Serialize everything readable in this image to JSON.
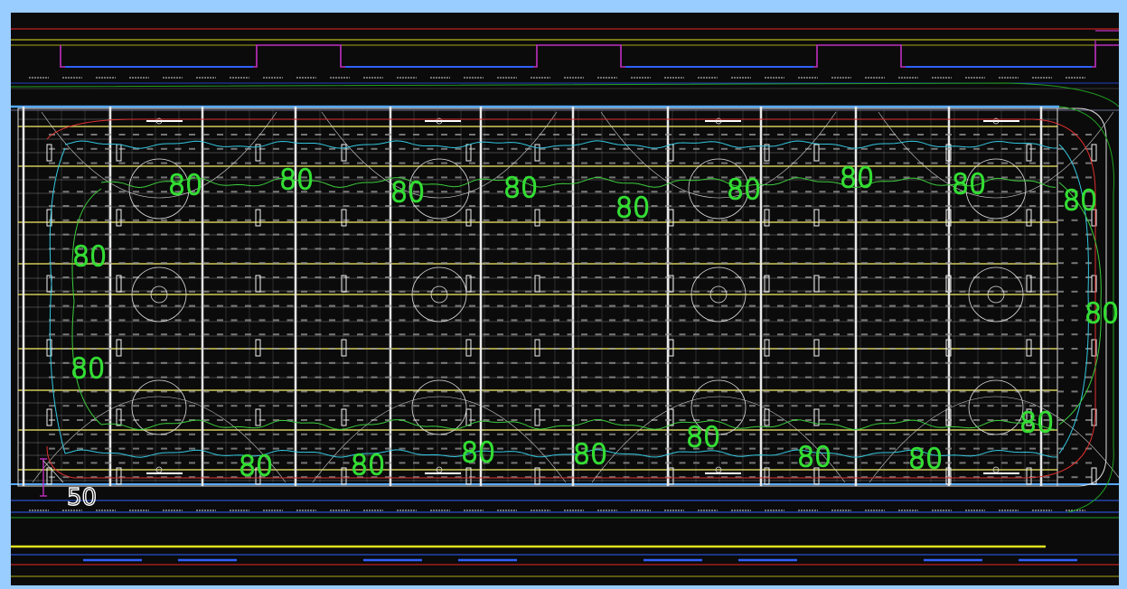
{
  "colors": {
    "page_background": "#99ccff",
    "canvas_background": "#0b0b0b",
    "contour_label_color": "#33dd33",
    "scale_label_color": "#ffffff",
    "fixture_outline": "#ffffff",
    "grid_line": "#e8e060",
    "contour_cyan": "#33c8e0",
    "contour_red": "#e03030",
    "contour_green": "#3ccc3c",
    "wall_magenta": "#c030c0",
    "structure_blue": "#3060ff",
    "structure_yellow": "#e0e020",
    "structure_red": "#c02020",
    "top_beam": "#55aaff"
  },
  "contour_labels": [
    {
      "text": "80"
    },
    {
      "text": "80"
    },
    {
      "text": "80"
    },
    {
      "text": "80"
    },
    {
      "text": "80"
    },
    {
      "text": "80"
    },
    {
      "text": "80"
    },
    {
      "text": "80"
    },
    {
      "text": "80"
    },
    {
      "text": "80"
    },
    {
      "text": "80"
    },
    {
      "text": "80"
    },
    {
      "text": "80"
    },
    {
      "text": "80"
    },
    {
      "text": "80"
    },
    {
      "text": "80"
    },
    {
      "text": "80"
    },
    {
      "text": "80"
    },
    {
      "text": "80"
    }
  ],
  "scale_marker": {
    "text": "50"
  }
}
